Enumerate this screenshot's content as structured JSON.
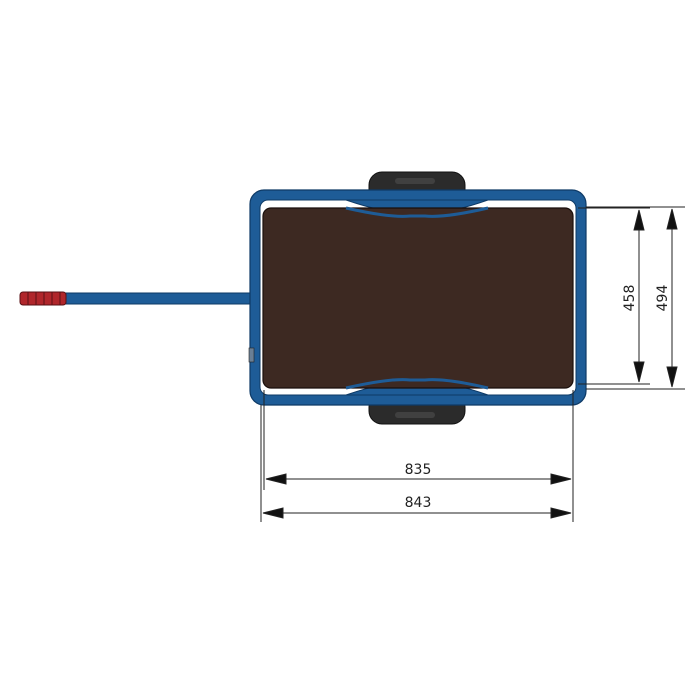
{
  "drawing": {
    "type": "technical top-view drawing",
    "subject": "hand cart / trailer with drawbar",
    "colors": {
      "frame": "#1e5c97",
      "frame_dark": "#0e3a66",
      "bed": "#3d2922",
      "tire": "#2b2b2b",
      "grip": "#b0262b",
      "dim_line": "#222222"
    }
  },
  "dimensions": {
    "inner_width": "835",
    "outer_width": "843",
    "inner_depth": "458",
    "outer_depth": "494"
  }
}
